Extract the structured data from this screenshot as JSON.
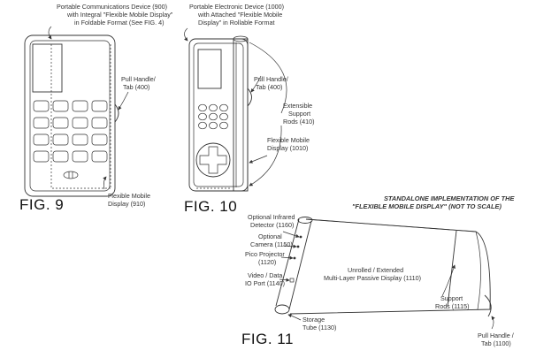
{
  "fig9": {
    "caption": "FIG. 9",
    "title_lines": [
      "Portable Communications Device (900)",
      "with Integral \"Flexible Mobile Display\"",
      "in Foldable Format (See FIG. 4)"
    ],
    "pull_handle_lines": [
      "Pull Handle/",
      "Tab (400)"
    ],
    "display_lines": [
      "Flexible Mobile",
      "Display (910)"
    ]
  },
  "fig10": {
    "caption": "FIG. 10",
    "title_lines": [
      "Portable Electronic Device (1000)",
      "with Attached \"Flexible Mobile",
      "Display\" in Rollable Format"
    ],
    "pull_handle_lines": [
      "Pull Handle/",
      "Tab (400)"
    ],
    "rods_lines": [
      "Extensible",
      "Support",
      "Rods (410)"
    ],
    "display_lines": [
      "Flexible Mobile",
      "Display (1010)"
    ]
  },
  "fig11": {
    "caption": "FIG. 11",
    "heading_lines": [
      "STANDALONE IMPLEMENTATION OF THE",
      "\"FLEXIBLE MOBILE DISPLAY\" (NOT TO SCALE)"
    ],
    "infrared_lines": [
      "Optional Infrared",
      "Detector (1160)"
    ],
    "camera_lines": [
      "Optional",
      "Camera (1150)"
    ],
    "pico_lines": [
      "Pico Projector",
      "(1120)"
    ],
    "io_lines": [
      "Video / Data",
      "IO Port (1140)"
    ],
    "display_lines": [
      "Unrolled / Extended",
      "Multi-Layer Passive Display (1110)"
    ],
    "rods_lines": [
      "Support",
      "Rods (1115)"
    ],
    "tube_lines": [
      "Storage",
      "Tube (1130)"
    ],
    "pull_lines": [
      "Pull Handle /",
      "Tab (1100)"
    ]
  }
}
